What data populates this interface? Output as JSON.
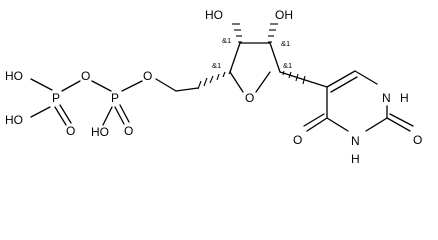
{
  "molecule": {
    "atom_labels": {
      "ho_p1_upper": "HO",
      "ho_p1_lower": "HO",
      "o_p1_double": "O",
      "p1": "P",
      "o_bridge": "O",
      "p2": "P",
      "o_p2_double": "O",
      "ho_p2": "HO",
      "o_ester": "O",
      "o_ring": "O",
      "ho_c2": "HO",
      "oh_c3": "OH",
      "nh_n1": "H",
      "n1": "N",
      "nh_n3": "H",
      "n3": "N",
      "o_c4": "O",
      "o_c2": "O"
    },
    "stereo_labels": {
      "c4": "&1",
      "c3": "&1",
      "c2": "&1",
      "c1": "&1"
    }
  }
}
